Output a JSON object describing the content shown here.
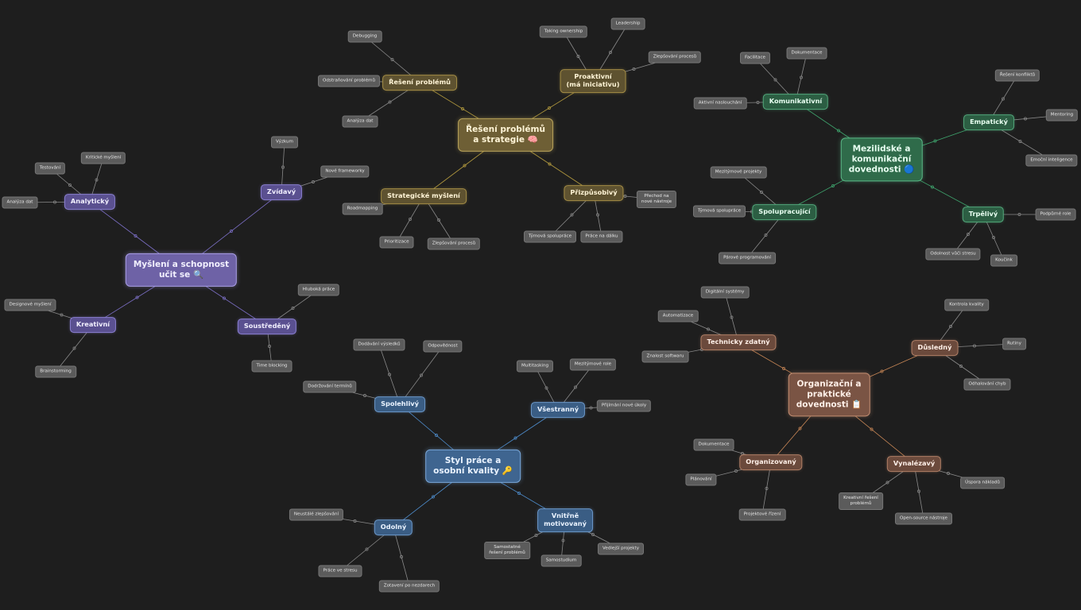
{
  "colors": {
    "thinking": {
      "main_bg": "#6e62a6",
      "main_border": "#a99ee6",
      "sub_bg": "#5a5090",
      "sub_border": "#8a7fd0",
      "text": "#f2f0ff",
      "line": "#7d70c8"
    },
    "problem": {
      "main_bg": "#6e5f35",
      "main_border": "#b8a25a",
      "sub_bg": "#5e5230",
      "sub_border": "#a38c45",
      "text": "#fff4d6",
      "line": "#b39a3e"
    },
    "social": {
      "main_bg": "#2f6b4a",
      "main_border": "#5bb887",
      "sub_bg": "#2c5e43",
      "sub_border": "#52a77a",
      "text": "#e8fff1",
      "line": "#3fa66e"
    },
    "style": {
      "main_bg": "#3f6590",
      "main_border": "#7aa7d8",
      "sub_bg": "#3a5d84",
      "sub_border": "#6b97c8",
      "text": "#eaf3ff",
      "line": "#4f8fd0"
    },
    "org": {
      "main_bg": "#7a5444",
      "main_border": "#c48e72",
      "sub_bg": "#6b4a3c",
      "sub_border": "#b07f66",
      "text": "#fff0e8",
      "line": "#c98756"
    },
    "leaf_line": "#8a8a8a"
  },
  "clusters": [
    {
      "key": "thinking",
      "main": {
        "label": "Myšlení a schopnost učit se 🔍",
        "lines": [
          "Myšlení a schopnost",
          "učit se 🔍"
        ]
      },
      "subs": [
        {
          "label": "Analytický",
          "leaves": [
            "Kritické myšlení",
            "Testování",
            "Analýza dat"
          ]
        },
        {
          "label": "Zvídavý",
          "leaves": [
            "Výzkum",
            "Nové frameworky"
          ]
        },
        {
          "label": "Kreativní",
          "leaves": [
            "Designové myšlení",
            "Brainstorming"
          ]
        },
        {
          "label": "Soustředěný",
          "leaves": [
            "Hluboká práce",
            "Time blocking"
          ]
        }
      ]
    },
    {
      "key": "problem",
      "main": {
        "label": "Řešení problémů a strategie 🧠",
        "lines": [
          "Řešení problémů",
          "a strategie 🧠"
        ]
      },
      "subs": [
        {
          "label": "Řešení problémů",
          "leaves": [
            "Debugging",
            "Odstraňování problémů",
            "Analýza dat"
          ]
        },
        {
          "label": "Proaktivní (má iniciativu)",
          "lines": [
            "Proaktivní",
            "(má iniciativu)"
          ],
          "leaves": [
            "Taking ownership",
            "Leadership",
            "Zlepšování procesů"
          ]
        },
        {
          "label": "Strategické myšlení",
          "leaves": [
            "Roadmapping",
            "Prioritizace",
            "Zlepšování procesů"
          ]
        },
        {
          "label": "Přizpůsobivý",
          "leaves": [
            "Přechod na nové nástroje",
            "Týmová spolupráce",
            "Práce na dálku"
          ],
          "leaf_lines": {
            "0": [
              "Přechod na",
              "nové nástroje"
            ]
          }
        }
      ]
    },
    {
      "key": "social",
      "main": {
        "label": "Mezilidské a komunikační dovednosti 🔵",
        "lines": [
          "Mezilidské a",
          "komunikační",
          "dovednosti 🔵"
        ]
      },
      "subs": [
        {
          "label": "Komunikativní",
          "leaves": [
            "Facilitace",
            "Dokumentace",
            "Aktivní naslouchání"
          ]
        },
        {
          "label": "Empatický",
          "leaves": [
            "Řešení konfliktů",
            "Mentoring",
            "Emoční inteligence"
          ]
        },
        {
          "label": "Spolupracující",
          "leaves": [
            "Mezitýmové projekty",
            "Týmová spolupráce",
            "Párové programování"
          ]
        },
        {
          "label": "Trpělivý",
          "leaves": [
            "Podpůrné role",
            "Odolnost vůči stresu",
            "Koučink"
          ]
        }
      ]
    },
    {
      "key": "style",
      "main": {
        "label": "Styl práce a osobní kvality 🔑",
        "lines": [
          "Styl práce a",
          "osobní kvality 🔑"
        ]
      },
      "subs": [
        {
          "label": "Spolehlivý",
          "leaves": [
            "Dodávání výsledků",
            "Odpovědnost",
            "Dodržování termínů"
          ]
        },
        {
          "label": "Všestranný",
          "leaves": [
            "Multitasking",
            "Mezitýmové role",
            "Přijímání nové úkoly"
          ]
        },
        {
          "label": "Odolný",
          "leaves": [
            "Neustálé zlepšování",
            "Práce ve stresu",
            "Zotavení po nezdarech"
          ]
        },
        {
          "label": "Vnitřně motivovaný",
          "lines": [
            "Vnitřně",
            "motivovaný"
          ],
          "leaves": [
            "Samostatné řešení problémů",
            "Samostudium",
            "Vedlejší projekty"
          ],
          "leaf_lines": {
            "0": [
              "Samostatné",
              "řešení problémů"
            ]
          }
        }
      ]
    },
    {
      "key": "org",
      "main": {
        "label": "Organizační a praktické dovednosti 📋",
        "lines": [
          "Organizační a",
          "praktické",
          "dovednosti 📋"
        ]
      },
      "subs": [
        {
          "label": "Technicky zdatný",
          "leaves": [
            "Digitální systémy",
            "Automatizace",
            "Znalost softwaru"
          ]
        },
        {
          "label": "Důsledný",
          "leaves": [
            "Kontrola kvality",
            "Rutiny",
            "Odhalování chyb"
          ]
        },
        {
          "label": "Organizovaný",
          "leaves": [
            "Dokumentace",
            "Plánování",
            "Projektové řízení"
          ]
        },
        {
          "label": "Vynalézavý",
          "leaves": [
            "Kreativní řešení problémů",
            "Úspora nákladů",
            "Open-source nástroje"
          ],
          "leaf_lines": {
            "0": [
              "Kreativní řešení",
              "problémů"
            ]
          }
        }
      ]
    }
  ]
}
